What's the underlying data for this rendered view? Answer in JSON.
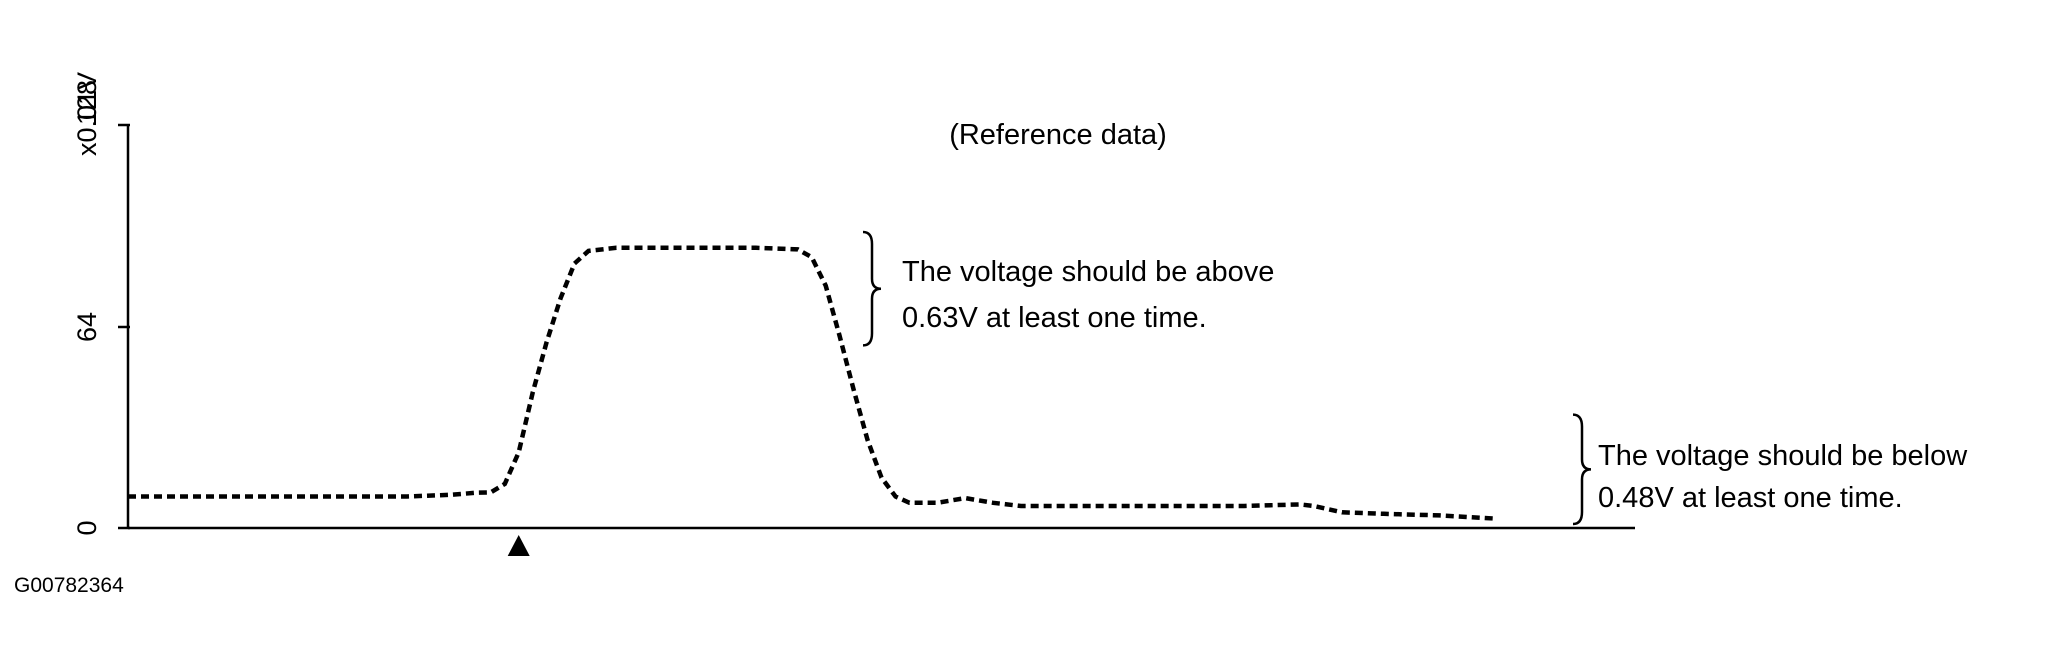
{
  "chart_data": {
    "type": "line",
    "title": "(Reference data)",
    "ylabel": "x0.01V",
    "xlabel": "",
    "ylim": [
      0,
      128
    ],
    "yticks": [
      0,
      64,
      128
    ],
    "grid": false,
    "line_style": "dotted",
    "line_color": "#000000",
    "series": [
      {
        "points": [
          [
            0,
            10
          ],
          [
            4,
            10
          ],
          [
            8,
            10
          ],
          [
            12,
            10
          ],
          [
            16,
            10
          ],
          [
            20,
            10
          ],
          [
            23,
            10.5
          ],
          [
            25,
            11.2
          ],
          [
            26,
            11.3
          ],
          [
            27,
            14
          ],
          [
            28,
            24
          ],
          [
            29,
            43
          ],
          [
            30,
            59
          ],
          [
            31,
            73
          ],
          [
            32,
            84
          ],
          [
            33,
            88
          ],
          [
            35,
            89
          ],
          [
            40,
            89
          ],
          [
            45,
            89
          ],
          [
            48,
            88.5
          ],
          [
            49,
            86
          ],
          [
            50,
            77
          ],
          [
            51,
            61
          ],
          [
            52,
            44
          ],
          [
            53,
            28
          ],
          [
            54,
            16
          ],
          [
            55,
            10
          ],
          [
            56,
            8
          ],
          [
            58,
            8
          ],
          [
            60,
            9.5
          ],
          [
            62,
            8
          ],
          [
            64,
            7
          ],
          [
            70,
            7
          ],
          [
            80,
            7
          ],
          [
            84,
            7.5
          ],
          [
            85,
            7
          ],
          [
            87,
            5
          ],
          [
            90,
            4.5
          ],
          [
            94,
            4
          ],
          [
            98,
            3
          ]
        ]
      }
    ],
    "x_range": [
      0,
      108
    ],
    "marker": {
      "label": "▲",
      "x": 28
    },
    "annotations": [
      {
        "lines": [
          "The voltage should be above",
          "0.63V at least one time."
        ],
        "y_range": [
          58,
          94
        ]
      },
      {
        "lines": [
          "The voltage should be below",
          "0.48V at least one time."
        ],
        "y_range": [
          0,
          36
        ]
      }
    ]
  },
  "figure_id": "G00782364"
}
